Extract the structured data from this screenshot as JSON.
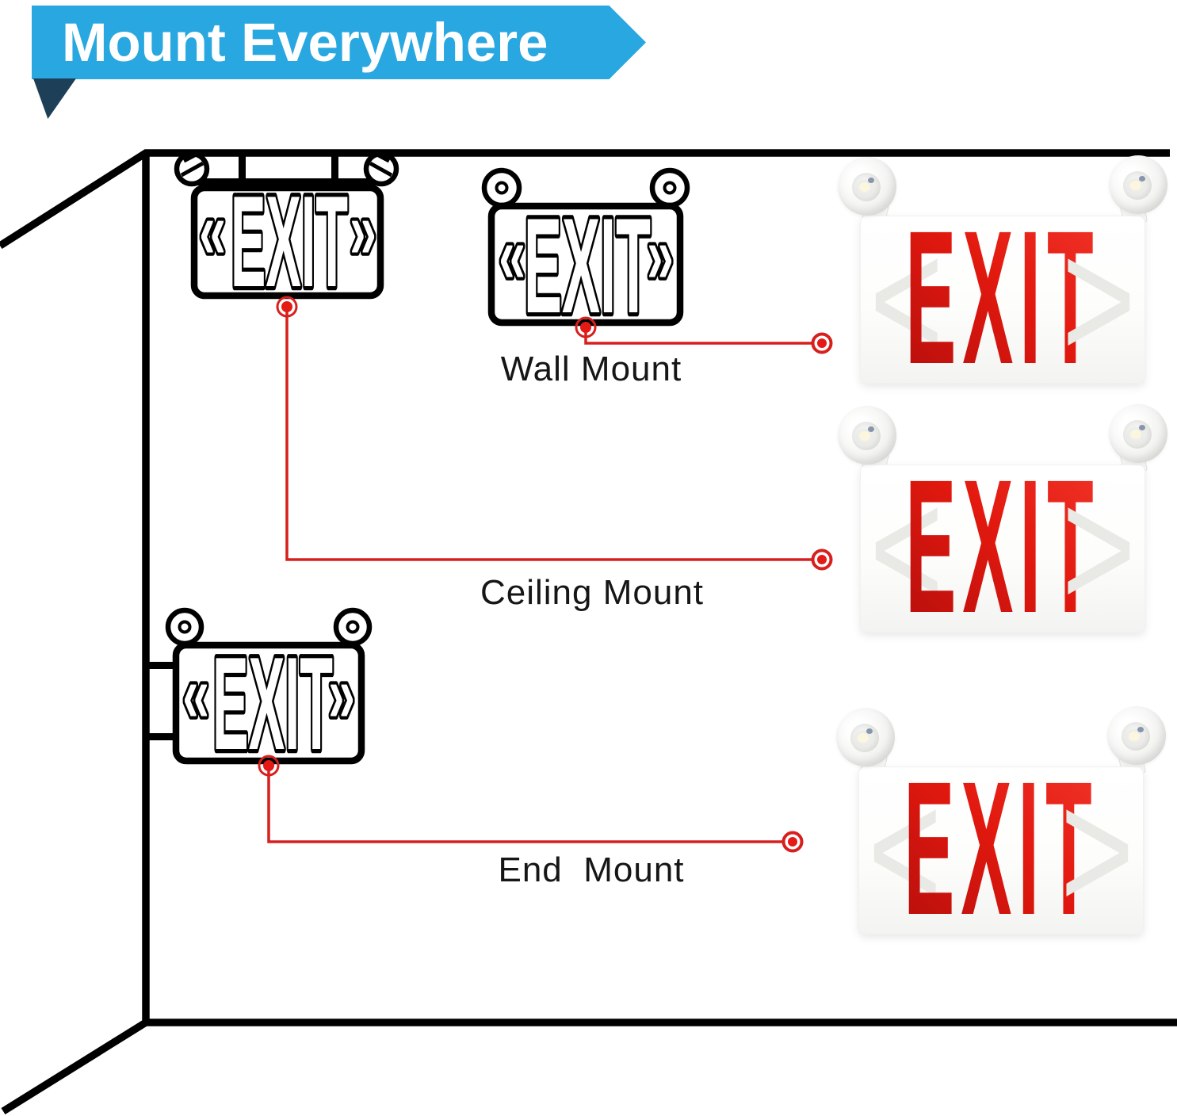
{
  "banner": {
    "title": "Mount Everywhere",
    "bg_color": "#29a7e0",
    "fold_color": "#1d3f58",
    "text_color": "#ffffff"
  },
  "labels": {
    "wall": "Wall Mount",
    "ceiling": "Ceiling Mount",
    "end": "End  Mount"
  },
  "schematic_sign": {
    "exit": "EXIT",
    "chevron_left": "«",
    "chevron_right": "»"
  },
  "photo_sign": {
    "exit": "EXIT",
    "chevron_left": "<",
    "chevron_right": ">",
    "exit_red": "#e31a16"
  },
  "connector": {
    "color": "#d7201e"
  },
  "room": {
    "line_color": "#000000"
  }
}
